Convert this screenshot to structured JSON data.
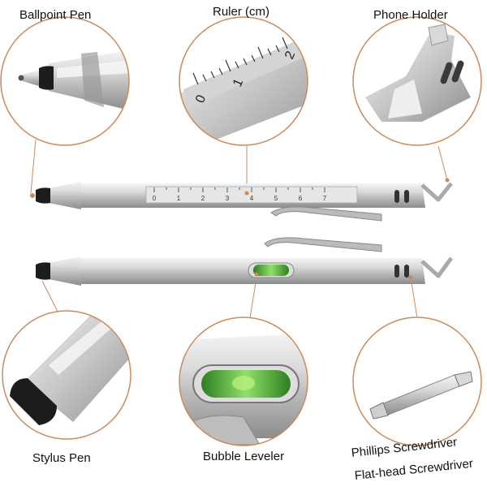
{
  "labels": {
    "ballpoint_pen": "Ballpoint Pen",
    "ruler": "Ruler (cm)",
    "phone_holder": "Phone Holder",
    "stylus_pen": "Stylus Pen",
    "bubble_leveler": "Bubble Leveler",
    "phillips": "Phillips Screwdriver",
    "flathead": "Flat-head Screwdriver"
  },
  "ruler_scale": {
    "pen_ticks": [
      "0",
      "1",
      "2",
      "3",
      "4",
      "5",
      "6",
      "7"
    ],
    "zoom_ticks": [
      "0",
      "1",
      "2"
    ]
  },
  "colors": {
    "circle_border": "#c98b5e",
    "leader_line": "#c98b5e",
    "bubble_green": "#3aa832",
    "stylus_black": "#1c1c1c"
  }
}
